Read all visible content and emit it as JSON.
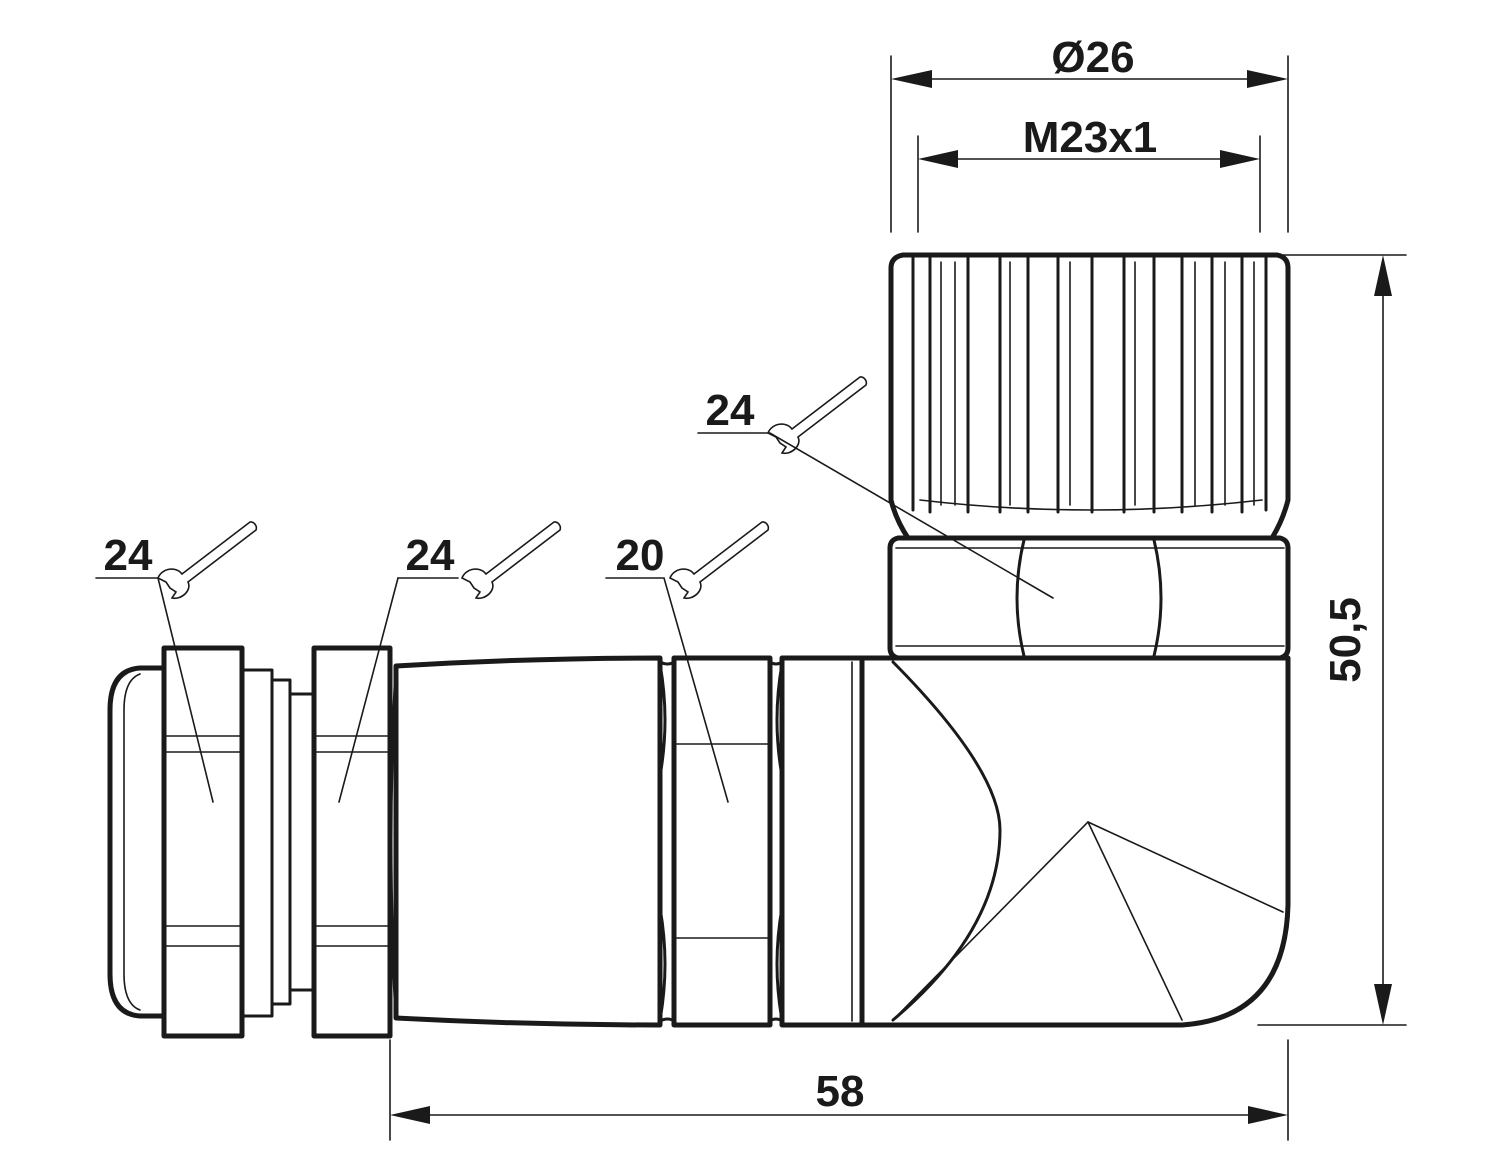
{
  "dimensions": {
    "outer_diameter": "Ø26",
    "thread": "M23x1",
    "height": "50,5",
    "length": "58"
  },
  "wrench_sizes": {
    "coupling_nut": "24",
    "cable_gland_nut": "24",
    "gland_body": "24",
    "housing": "20"
  },
  "icons": {
    "wrench": "open-end-wrench-icon"
  }
}
